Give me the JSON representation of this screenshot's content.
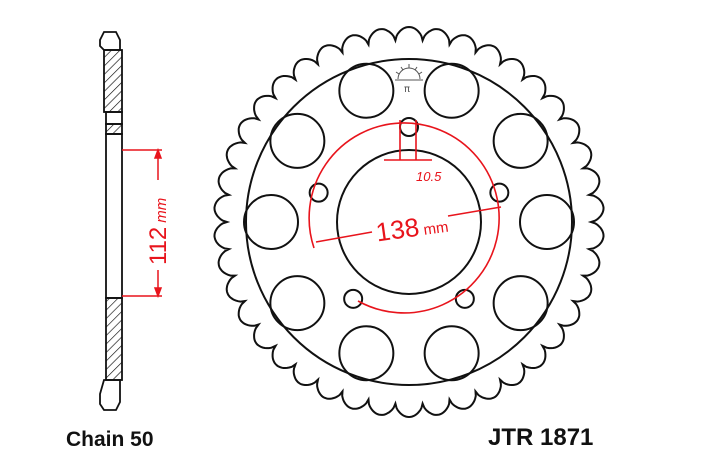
{
  "labels": {
    "chain": "Chain 50",
    "part_number": "JTR 1871"
  },
  "dimensions": {
    "center_bore": "112",
    "center_bore_unit": "mm",
    "pcd": "138",
    "pcd_unit": "mm",
    "bolt_hole": "10.5"
  },
  "sprocket": {
    "teeth": 42,
    "lightening_holes": 10,
    "bolt_holes": 5
  },
  "colors": {
    "outline": "#111111",
    "dimension": "#e8141c"
  }
}
